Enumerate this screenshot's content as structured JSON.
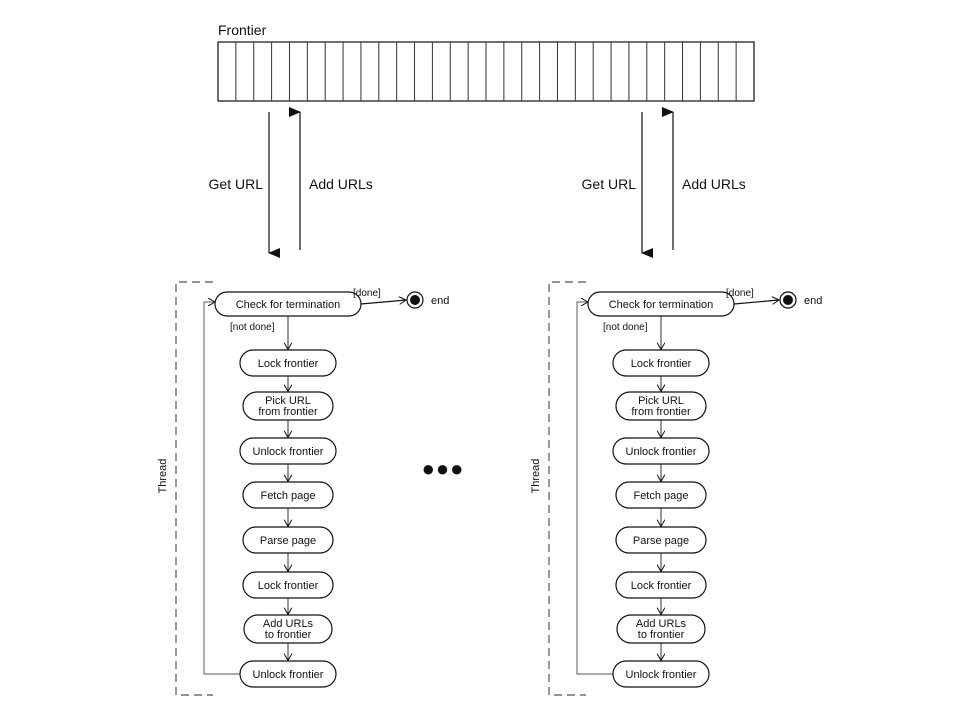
{
  "frontier": {
    "title": "Frontier",
    "cell_count": 30
  },
  "arrows": {
    "get_label": "Get URL",
    "add_label": "Add URLs"
  },
  "thread": {
    "label": "Thread",
    "guard_done": "[done]",
    "guard_not_done": "[not done]",
    "end_label": "end",
    "steps": [
      [
        "Check for termination"
      ],
      [
        "Lock frontier"
      ],
      [
        "Pick URL",
        "from frontier"
      ],
      [
        "Unlock frontier"
      ],
      [
        "Fetch page"
      ],
      [
        "Parse page"
      ],
      [
        "Lock frontier"
      ],
      [
        "Add URLs",
        "to frontier"
      ],
      [
        "Unlock frontier"
      ]
    ]
  },
  "ellipsis": "●●●",
  "colors": {
    "stroke": "#111111",
    "thread_bracket": "#555555",
    "loop_line": "#777777",
    "background": "#ffffff"
  }
}
